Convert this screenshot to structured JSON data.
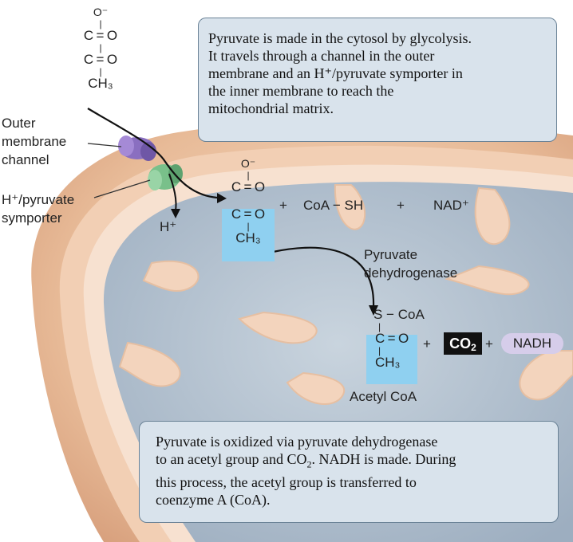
{
  "callouts": {
    "top": [
      "Pyruvate is made in the cytosol by glycolysis.",
      "It travels through a channel in the outer",
      "membrane and an H⁺/pyruvate symporter in",
      "the inner membrane to reach the",
      "mitochondrial matrix."
    ],
    "bottom": {
      "line1": "Pyruvate is oxidized via pyruvate dehydrogenase",
      "line2_pre": "to an acetyl group and CO",
      "line2_sub": "2",
      "line2_post": ". NADH is made. During",
      "line3": "this process, the acetyl group is transferred to",
      "line4": "coenzyme A (CoA)."
    }
  },
  "labels": {
    "outer_membrane_channel": [
      "Outer",
      "membrane",
      "channel"
    ],
    "symporter": [
      "H⁺/pyruvate",
      "symporter"
    ],
    "proton": "H⁺",
    "enzyme": [
      "Pyruvate",
      "dehydrogenase"
    ],
    "product_name": "Acetyl CoA"
  },
  "molecules": {
    "pyruvate_outside": [
      "O⁻",
      "|",
      "C = O",
      "|",
      "C = O",
      "|",
      "CH₃"
    ],
    "pyruvate_inside": [
      "O⁻",
      "|",
      "C = O",
      "C = O",
      "|",
      "CH₃"
    ],
    "reaction": {
      "plus": "+",
      "coa_sh": "CoA − SH",
      "nad": "NAD⁺"
    },
    "acetyl_coa": [
      "S − CoA",
      "|",
      "C = O",
      "|",
      "CH₃"
    ],
    "products": {
      "plus": "+",
      "co2_main": "CO",
      "co2_sub": "2",
      "nadh": "NADH"
    }
  },
  "colors": {
    "callout_fill": "#d9e3ec",
    "callout_border": "#6a8296",
    "highlight": "#8fd0f0",
    "matrix": "#aebccb",
    "membrane_outer": "#e7b896",
    "membrane_inner": "#f3d4bd",
    "channel": "#8a6fc0",
    "symporter": "#79c08a",
    "nadh_fill": "#d6cdea",
    "co2_fill": "#111111"
  }
}
